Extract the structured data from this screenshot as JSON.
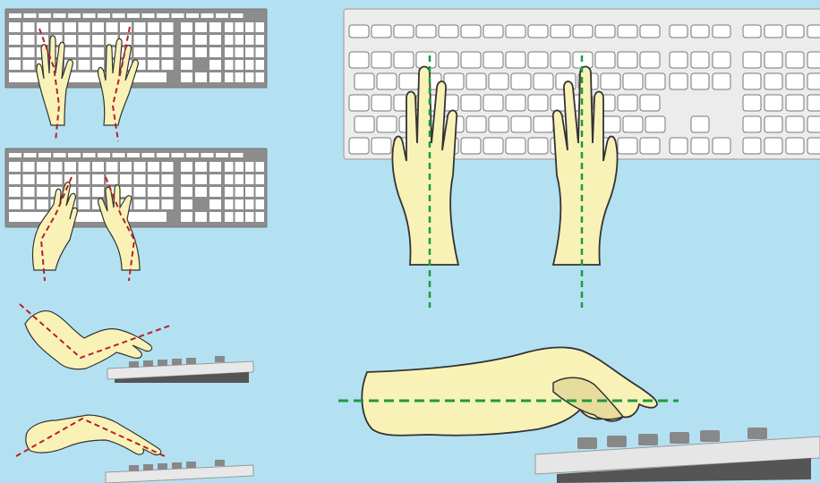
{
  "colors": {
    "background": "#b3e1f2",
    "keyboard_dark_body": "#8c8c8c",
    "keyboard_light_body": "#ececec",
    "key_fill": "#ffffff",
    "hand_fill": "#f9f2b7",
    "hand_outline": "#333333",
    "incorrect_posture_line": "#b7202a",
    "correct_posture_line": "#1f9a3c"
  },
  "panels": [
    {
      "id": "wrong-top-deviation",
      "posture": "incorrect",
      "view": "top",
      "description_icon": "hands-bent-outward-icon"
    },
    {
      "id": "wrong-top-deviation-inward",
      "posture": "incorrect",
      "view": "top",
      "description_icon": "hands-bent-inward-icon"
    },
    {
      "id": "wrong-side-extension",
      "posture": "incorrect",
      "view": "side",
      "description_icon": "wrist-bent-up-icon"
    },
    {
      "id": "wrong-side-flexion",
      "posture": "incorrect",
      "view": "side",
      "description_icon": "wrist-bent-down-icon"
    },
    {
      "id": "correct-top-neutral",
      "posture": "correct",
      "view": "top",
      "description_icon": "hands-straight-icon"
    },
    {
      "id": "correct-side-neutral",
      "posture": "correct",
      "view": "side",
      "description_icon": "wrist-straight-icon"
    }
  ]
}
